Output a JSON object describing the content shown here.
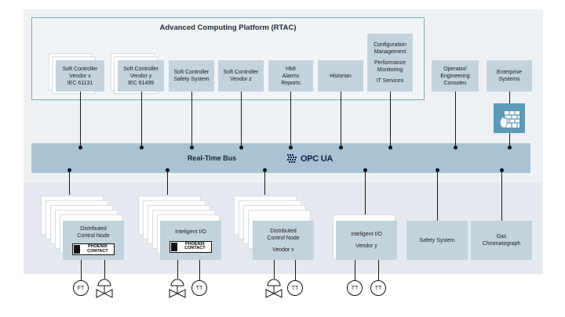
{
  "title": "Advanced Computing Platform (RTAC)",
  "rtac_boxes": [
    {
      "lines": [
        "Soft Controller",
        "Vendor x",
        "IEC 61131"
      ]
    },
    {
      "lines": [
        "Soft Controller",
        "Vendor y",
        "IEC 61499"
      ]
    },
    {
      "lines": [
        "Soft Controller",
        "Safety System"
      ]
    },
    {
      "lines": [
        "Soft Controller",
        "Vendor z"
      ]
    },
    {
      "lines": [
        "HMI",
        "Alarms",
        "Reports"
      ]
    },
    {
      "lines": [
        "Historian"
      ]
    },
    {
      "lines": [
        "Configuration",
        "Management",
        "",
        "Performance",
        "Monitoring",
        "",
        "IT Services"
      ]
    }
  ],
  "right_boxes": [
    {
      "lines": [
        "Operator/",
        "Engineering",
        "Consoles"
      ]
    },
    {
      "lines": [
        "Enterprise",
        "Systems"
      ]
    }
  ],
  "bus": {
    "label": "Real-Time Bus",
    "logo_text": "OPC UA"
  },
  "field_boxes": [
    {
      "lines": [
        "Distributed",
        "Control Node"
      ],
      "logo": "PHOENIX CONTACT"
    },
    {
      "lines": [
        "Inteligent I/O"
      ],
      "logo": "PHOENIX CONTACT"
    },
    {
      "lines": [
        "Distributed",
        "Control Node",
        "",
        "Vendor x"
      ]
    },
    {
      "lines": [
        "Inteligent I/O",
        "",
        "Vendor y"
      ]
    },
    {
      "lines": [
        "Safety System"
      ]
    },
    {
      "lines": [
        "Gas",
        "Chromatograph"
      ]
    }
  ],
  "instruments": [
    "FT",
    "TT",
    "TT",
    "TT",
    "TT"
  ],
  "colors": {
    "box": "#c3d3dd",
    "bus": "#a8c3d3",
    "firewall": "#5b9ab8",
    "rtac_border": "#7fa6bc"
  },
  "icons": [
    "firewall-icon",
    "opc-ua-logo",
    "phoenix-contact-logo",
    "valve-icon"
  ]
}
